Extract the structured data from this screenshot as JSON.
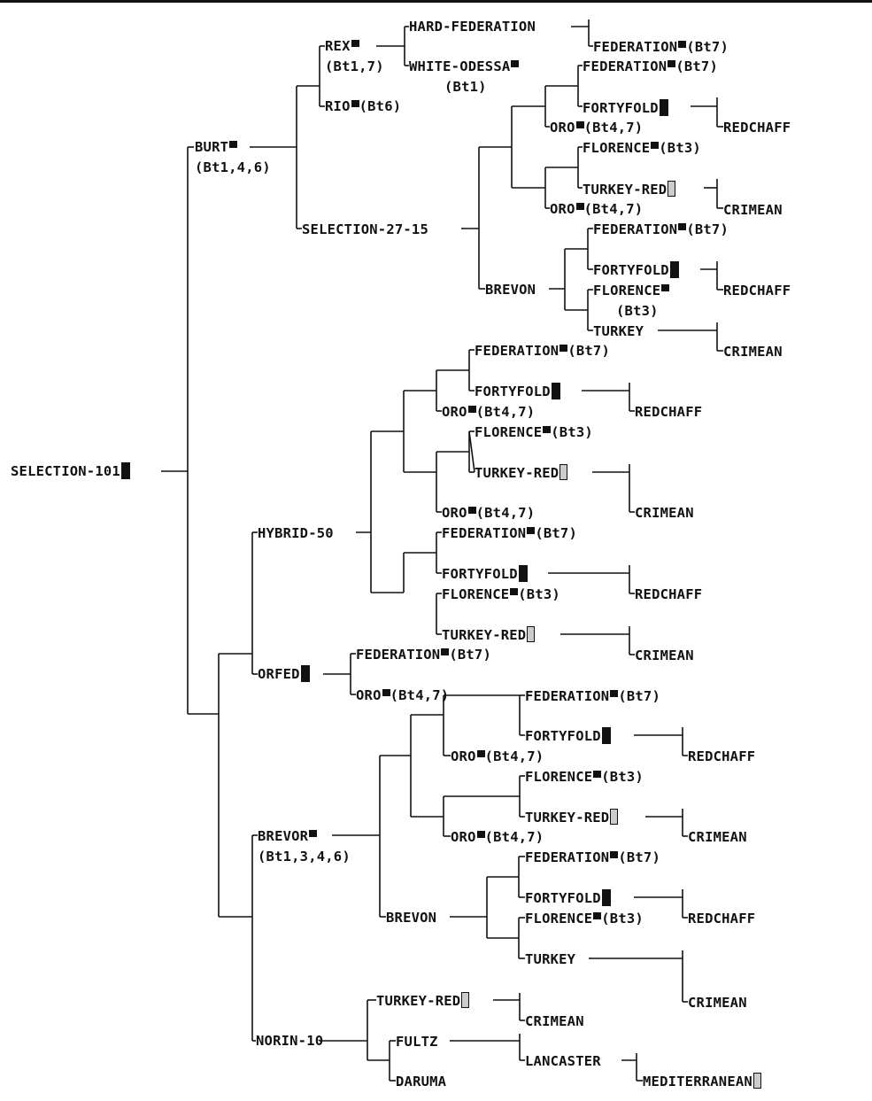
{
  "title": "Pedigree of SELECTION-101",
  "legend_markers": {
    "square": "small filled square",
    "black_bar": "tall black bar",
    "gray_bar": "tall gray bar"
  },
  "colors": {
    "line": "#111111",
    "black_marker": "#111111",
    "gray_marker": "#cccccc",
    "background": "#ffffff"
  },
  "nodes": {
    "root": {
      "name": "SELECTION-101",
      "marker": "black_bar"
    },
    "burt": {
      "name": "BURT",
      "genes": "(Bt1,4,6)",
      "marker": "square"
    },
    "rex": {
      "name": "REX",
      "genes": "(Bt1,7)",
      "marker": "square"
    },
    "rio": {
      "name": "RIO",
      "genes": "(Bt6)",
      "marker": "square"
    },
    "hard_fed": {
      "name": "HARD-FEDERATION"
    },
    "white_odessa": {
      "name": "WHITE-ODESSA",
      "genes": "(Bt1)",
      "marker": "square"
    },
    "fed1": {
      "name": "FEDERATION",
      "genes": "(Bt7)",
      "marker": "square"
    },
    "sel2715": {
      "name": "SELECTION-27-15"
    },
    "fed2": {
      "name": "FEDERATION",
      "genes": "(Bt7)",
      "marker": "square"
    },
    "forty1": {
      "name": "FORTYFOLD",
      "marker": "black_bar"
    },
    "redchaff1": {
      "name": "REDCHAFF"
    },
    "oro1": {
      "name": "ORO",
      "genes": "(Bt4,7)",
      "marker": "square"
    },
    "flor1": {
      "name": "FLORENCE",
      "genes": "(Bt3)",
      "marker": "square"
    },
    "tr1": {
      "name": "TURKEY-RED",
      "marker": "gray_bar"
    },
    "crim1": {
      "name": "CRIMEAN"
    },
    "oro2": {
      "name": "ORO",
      "genes": "(Bt4,7)",
      "marker": "square"
    },
    "brevon1": {
      "name": "BREVON"
    },
    "fed3": {
      "name": "FEDERATION",
      "genes": "(Bt7)",
      "marker": "square"
    },
    "forty2": {
      "name": "FORTYFOLD",
      "marker": "black_bar"
    },
    "redchaff2": {
      "name": "REDCHAFF"
    },
    "flor2": {
      "name": "FLORENCE",
      "genes": "(Bt3)",
      "marker": "square"
    },
    "turkey1": {
      "name": "TURKEY"
    },
    "crim2": {
      "name": "CRIMEAN"
    },
    "hybrid50": {
      "name": "HYBRID-50"
    },
    "fed4": {
      "name": "FEDERATION",
      "genes": "(Bt7)",
      "marker": "square"
    },
    "forty3": {
      "name": "FORTYFOLD",
      "marker": "black_bar"
    },
    "redchaff3": {
      "name": "REDCHAFF"
    },
    "oro3": {
      "name": "ORO",
      "genes": "(Bt4,7)",
      "marker": "square"
    },
    "flor3": {
      "name": "FLORENCE",
      "genes": "(Bt3)",
      "marker": "square"
    },
    "tr2": {
      "name": "TURKEY-RED",
      "marker": "gray_bar"
    },
    "crim3": {
      "name": "CRIMEAN"
    },
    "oro4": {
      "name": "ORO",
      "genes": "(Bt4,7)",
      "marker": "square"
    },
    "fed5": {
      "name": "FEDERATION",
      "genes": "(Bt7)",
      "marker": "square"
    },
    "forty4": {
      "name": "FORTYFOLD",
      "marker": "black_bar"
    },
    "redchaff4": {
      "name": "REDCHAFF"
    },
    "flor4": {
      "name": "FLORENCE",
      "genes": "(Bt3)",
      "marker": "square"
    },
    "tr3": {
      "name": "TURKEY-RED",
      "marker": "gray_bar"
    },
    "crim4": {
      "name": "CRIMEAN"
    },
    "orfed": {
      "name": "ORFED",
      "marker": "black_bar"
    },
    "fed6": {
      "name": "FEDERATION",
      "genes": "(Bt7)",
      "marker": "square"
    },
    "oro5": {
      "name": "ORO",
      "genes": "(Bt4,7)",
      "marker": "square"
    },
    "brevor": {
      "name": "BREVOR",
      "genes": "(Bt1,3,4,6)",
      "marker": "square"
    },
    "fed7": {
      "name": "FEDERATION",
      "genes": "(Bt7)",
      "marker": "square"
    },
    "forty5": {
      "name": "FORTYFOLD",
      "marker": "black_bar"
    },
    "redchaff5": {
      "name": "REDCHAFF"
    },
    "oro6": {
      "name": "ORO",
      "genes": "(Bt4,7)",
      "marker": "square"
    },
    "flor5": {
      "name": "FLORENCE",
      "genes": "(Bt3)",
      "marker": "square"
    },
    "tr4": {
      "name": "TURKEY-RED",
      "marker": "gray_bar"
    },
    "crim5": {
      "name": "CRIMEAN"
    },
    "oro7": {
      "name": "ORO",
      "genes": "(Bt4,7)",
      "marker": "square"
    },
    "brevon2": {
      "name": "BREVON"
    },
    "fed8": {
      "name": "FEDERATION",
      "genes": "(Bt7)",
      "marker": "square"
    },
    "forty6": {
      "name": "FORTYFOLD",
      "marker": "black_bar"
    },
    "redchaff6": {
      "name": "REDCHAFF"
    },
    "flor6": {
      "name": "FLORENCE",
      "genes": "(Bt3)",
      "marker": "square"
    },
    "turkey2": {
      "name": "TURKEY"
    },
    "crim6": {
      "name": "CRIMEAN"
    },
    "norin10": {
      "name": "NORIN-10"
    },
    "tr5": {
      "name": "TURKEY-RED",
      "marker": "gray_bar"
    },
    "crim7": {
      "name": "CRIMEAN"
    },
    "fultz": {
      "name": "FULTZ"
    },
    "daruma": {
      "name": "DARUMA"
    },
    "lancaster": {
      "name": "LANCASTER"
    },
    "mediterranean": {
      "name": "MEDITERRANEAN",
      "marker": "gray_bar"
    }
  }
}
